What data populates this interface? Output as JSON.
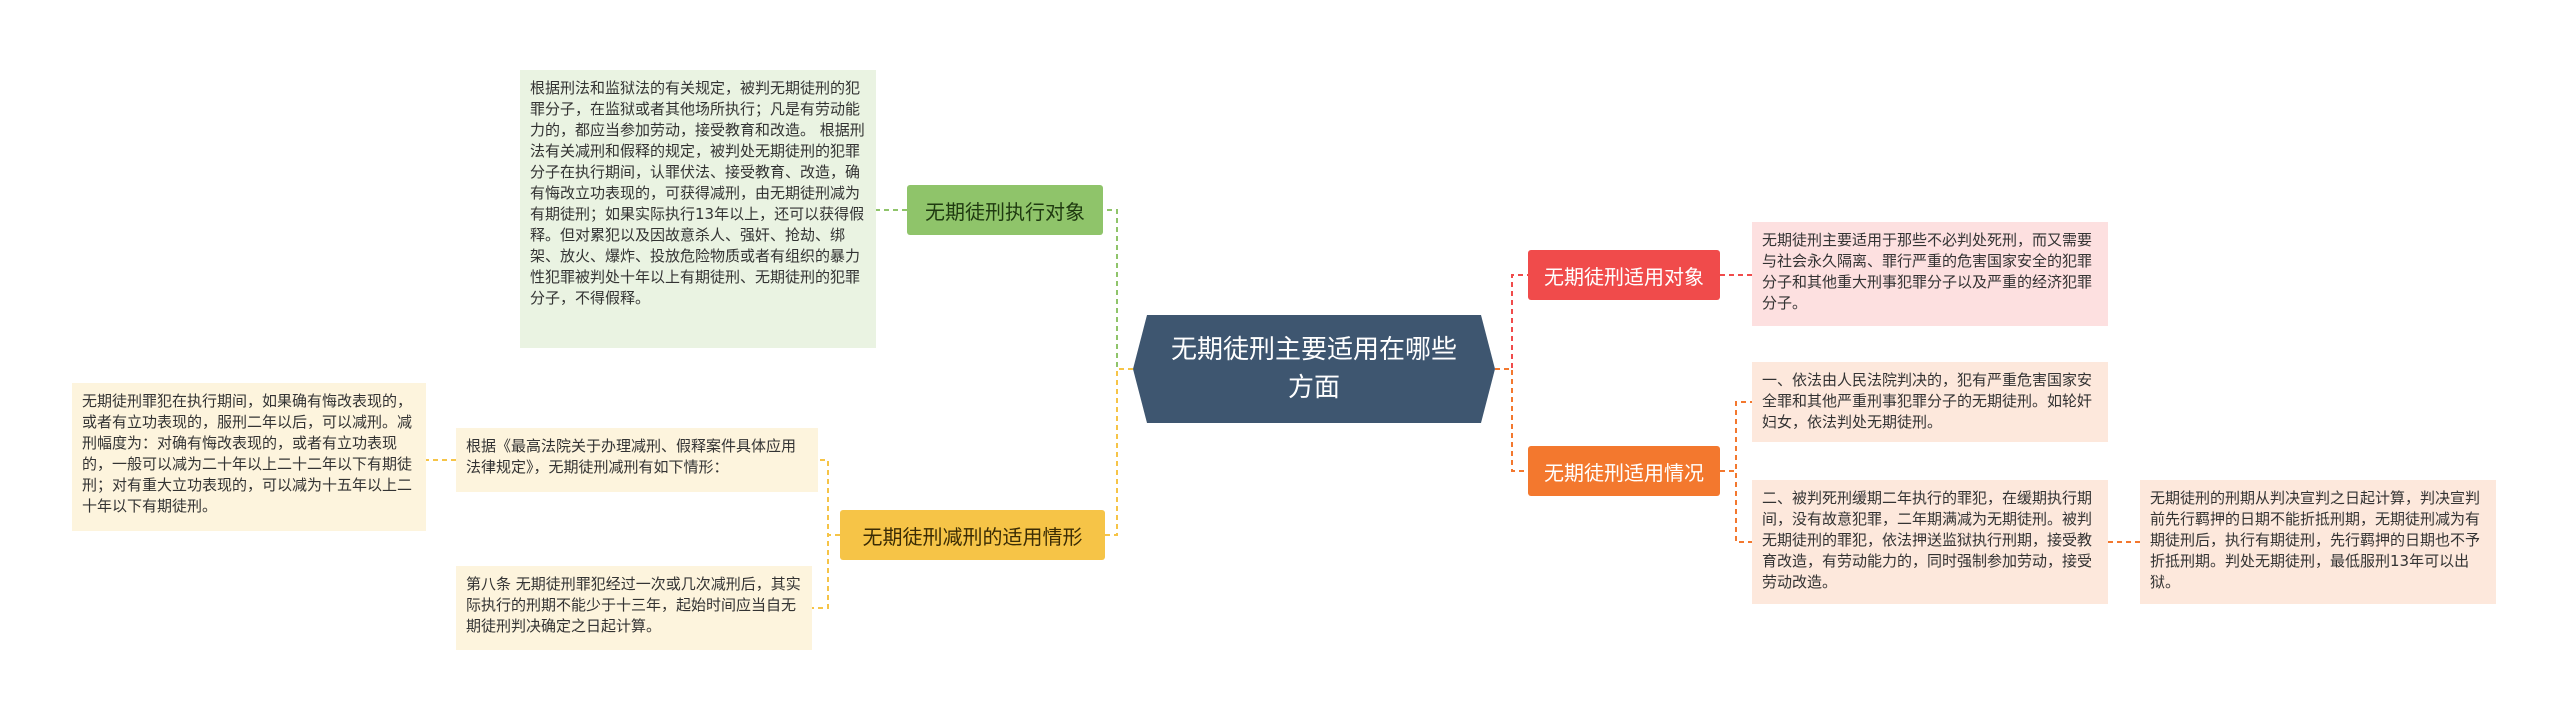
{
  "root": {
    "title": "无期徒刑主要适用在哪些方面"
  },
  "branches": {
    "execution_target": {
      "label": "无期徒刑执行对象",
      "leaf": "根据刑法和监狱法的有关规定，被判无期徒刑的犯罪分子，在监狱或者其他场所执行；凡是有劳动能力的，都应当参加劳动，接受教育和改造。 根据刑法有关减刑和假释的规定，被判处无期徒刑的犯罪分子在执行期间，认罪伏法、接受教育、改造，确有悔改立功表现的，可获得减刑，由无期徒刑减为有期徒刑；如果实际执行13年以上，还可以获得假释。但对累犯以及因故意杀人、强奸、抢劫、绑架、放火、爆炸、投放危险物质或者有组织的暴力性犯罪被判处十年以上有期徒刑、无期徒刑的犯罪分子，不得假释。"
    },
    "reduction": {
      "label": "无期徒刑减刑的适用情形",
      "leaf_main": "根据《最高法院关于办理减刑、假释案件具体应用法律规定》，无期徒刑减刑有如下情形：",
      "leaf_detail": "无期徒刑罪犯在执行期间，如果确有悔改表现的，或者有立功表现的，服刑二年以后，可以减刑。减刑幅度为：对确有悔改表现的，或者有立功表现的，一般可以减为二十年以上二十二年以下有期徒刑；对有重大立功表现的，可以减为十五年以上二十年以下有期徒刑。",
      "leaf_article": "第八条 无期徒刑罪犯经过一次或几次减刑后，其实际执行的刑期不能少于十三年，起始时间应当自无期徒刑判决确定之日起计算。"
    },
    "applicable_target": {
      "label": "无期徒刑适用对象",
      "leaf": "无期徒刑主要适用于那些不必判处死刑，而又需要与社会永久隔离、罪行严重的危害国家安全的犯罪分子和其他重大刑事犯罪分子以及严重的经济犯罪分子。"
    },
    "applicable_cases": {
      "label": "无期徒刑适用情况",
      "leaf_one": "一、依法由人民法院判决的，犯有严重危害国家安全罪和其他严重刑事犯罪分子的无期徒刑。如轮奸妇女，依法判处无期徒刑。",
      "leaf_two": "二、被判死刑缓期二年执行的罪犯，在缓期执行期间，没有故意犯罪，二年期满减为无期徒刑。被判无期徒刑的罪犯，依法押送监狱执行刑期，接受教育改造，有劳动能力的，同时强制参加劳动，接受劳动改造。",
      "leaf_two_detail": "无期徒刑的刑期从判决宣判之日起计算，判决宣判前先行羁押的日期不能折抵刑期，无期徒刑减为有期徒刑后，执行有期徒刑，先行羁押的日期也不予折抵刑期。判处无期徒刑，最低服刑13年可以出狱。"
    }
  },
  "colors": {
    "root": "#3e5670",
    "green": "#8fc46a",
    "yellow": "#f6c447",
    "red": "#f04b4b",
    "orange": "#f3782e"
  }
}
